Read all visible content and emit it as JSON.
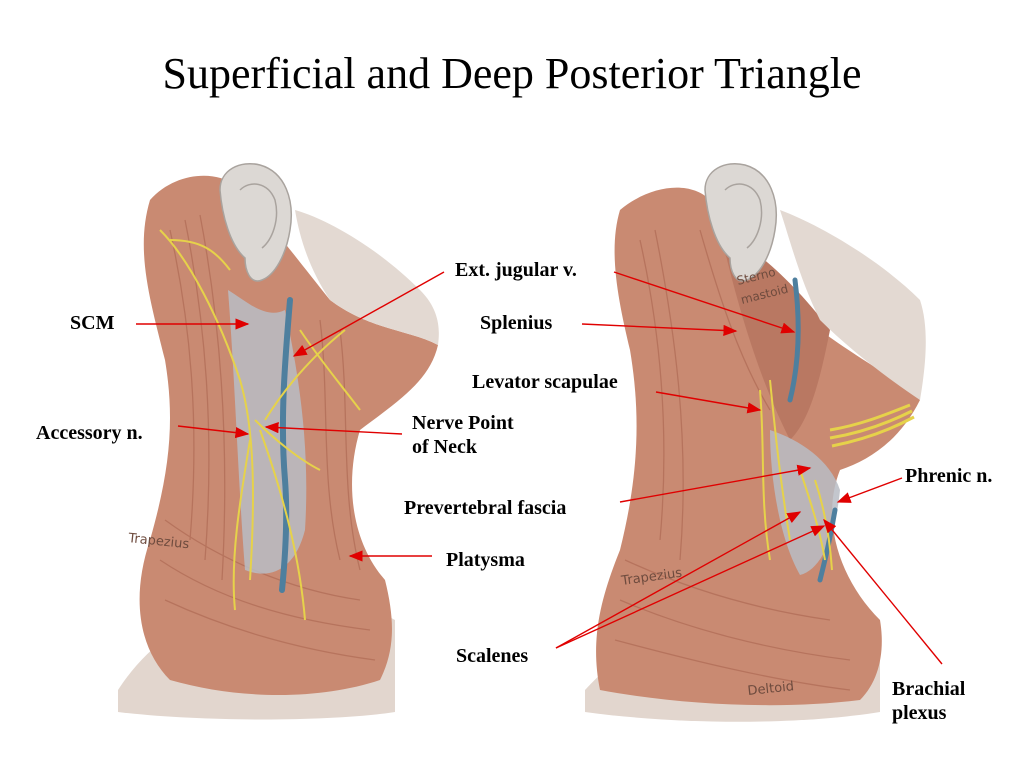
{
  "title": "Superficial and Deep Posterior Triangle",
  "colors": {
    "leader_line": "#e00000",
    "muscle": "#c98a72",
    "muscle_dark": "#a8624c",
    "skin_light": "#e7d4c8",
    "fascia": "#b8bcc4",
    "nerve": "#e6d24a",
    "vein": "#4e7f9e",
    "cartilage": "#d9d5d0"
  },
  "left_figure": {
    "name": "superficial-posterior-triangle",
    "inscriptions": [
      "Trapezius"
    ]
  },
  "right_figure": {
    "name": "deep-posterior-triangle",
    "inscriptions": [
      "Sterno mastoid",
      "Trapezius",
      "Deltoid"
    ]
  },
  "labels": {
    "scm": "SCM",
    "accessory": "Accessory n.",
    "ext_jugular": "Ext. jugular v.",
    "splenius": "Splenius",
    "levator": "Levator scapulae",
    "nerve_point_1": "Nerve Point",
    "nerve_point_2": "of Neck",
    "prevertebral": "Prevertebral fascia",
    "platysma": "Platysma",
    "phrenic": "Phrenic n.",
    "scalenes": "Scalenes",
    "brachial_1": "Brachial",
    "brachial_2": "plexus"
  }
}
